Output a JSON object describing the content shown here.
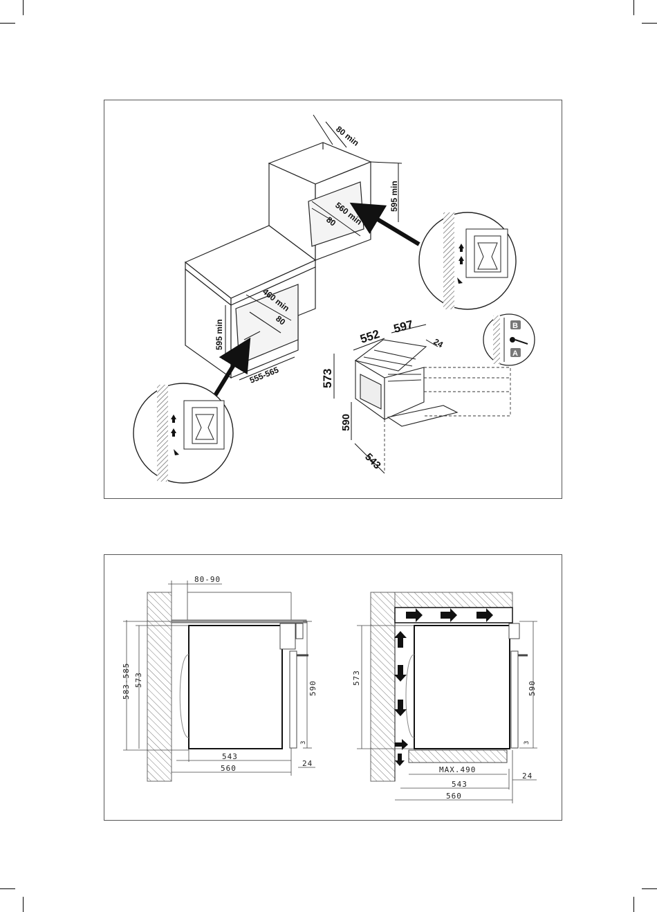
{
  "top_diagram": {
    "upper_cabinet": {
      "gap": "80 min",
      "height": "595 min",
      "depth": "560 min",
      "lip": "80"
    },
    "lower_cabinet": {
      "depth": "460 min",
      "lip": "80",
      "height": "595 min",
      "width": "555-565"
    },
    "oven": {
      "d552": "552",
      "d597": "597",
      "d24": "24",
      "d573": "573",
      "d590": "590",
      "d543": "543"
    },
    "screw_labels": {
      "b": "B",
      "a": "A"
    }
  },
  "bottom_left": {
    "top_gap": "80-90",
    "outer_height": "583-585",
    "inner_height": "573",
    "right_height": "590",
    "gap3": "3",
    "width543": "543",
    "width560": "560",
    "d24": "24"
  },
  "bottom_right": {
    "inner_height": "573",
    "right_height": "590",
    "gap3": "3",
    "max_label": "MAX.490",
    "width543": "543",
    "d24": "24",
    "width560": "560"
  },
  "colors": {
    "ink": "#111111",
    "line": "#333333",
    "hatch": "#555555"
  }
}
